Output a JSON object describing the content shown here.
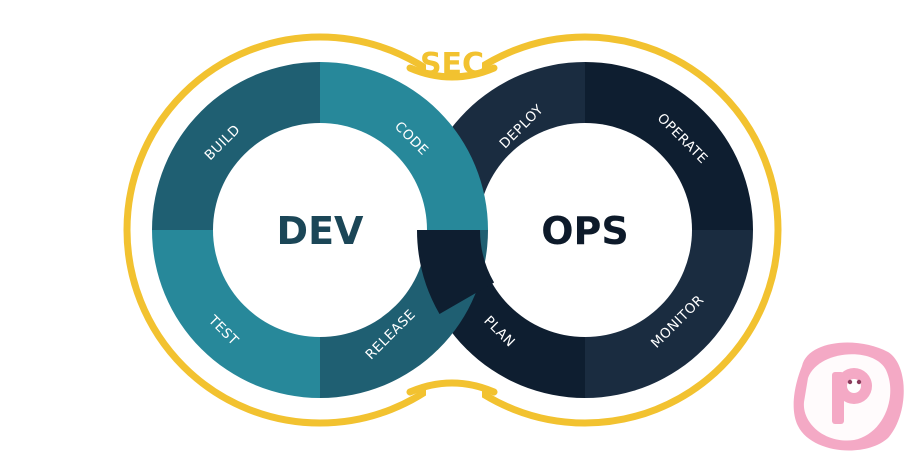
{
  "diagram": {
    "sec_label": "SEC",
    "dev": {
      "label": "DEV",
      "segments": [
        {
          "label": "BUILD"
        },
        {
          "label": "CODE"
        },
        {
          "label": "TEST"
        },
        {
          "label": "RELEASE"
        }
      ]
    },
    "ops": {
      "label": "OPS",
      "segments": [
        {
          "label": "DEPLOY"
        },
        {
          "label": "OPERATE"
        },
        {
          "label": "PLAN"
        },
        {
          "label": "MONITOR"
        }
      ]
    }
  },
  "colors": {
    "gold": "#f2c230",
    "dev_dark": "#1f5f72",
    "dev_light": "#27889a",
    "ops_dark": "#0e1e30",
    "ops_mid": "#1a2c40",
    "center_fill": "#ffffff",
    "dev_text": "#1b4657",
    "ops_text": "#0d1a2a",
    "watermark": "#f4a9c5"
  },
  "watermark": {
    "icon": "pig-logo-icon"
  }
}
